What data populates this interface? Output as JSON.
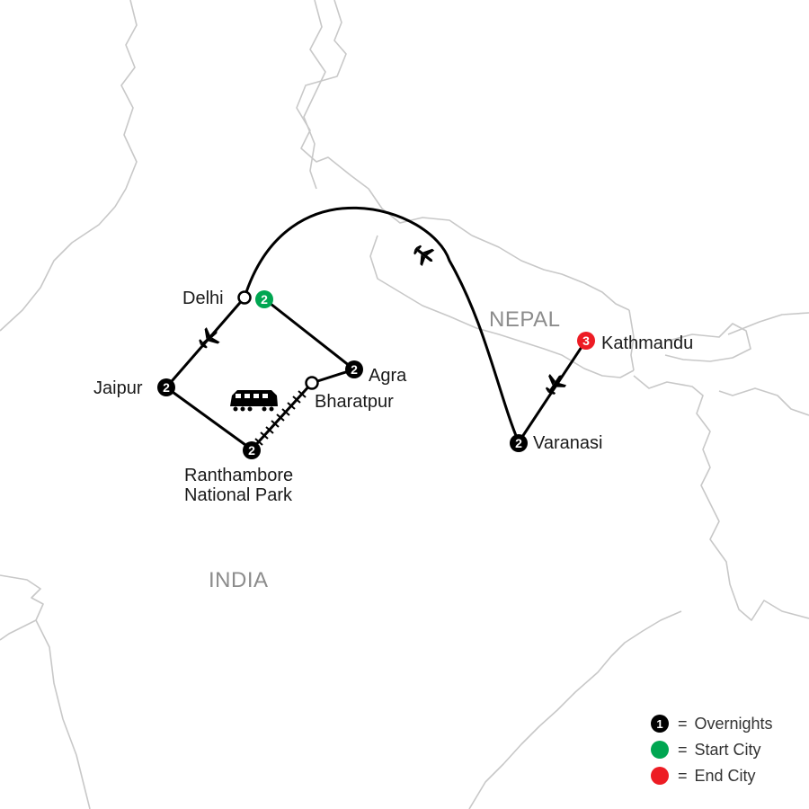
{
  "countries": {
    "india": "INDIA",
    "nepal": "NEPAL"
  },
  "cities": {
    "delhi": {
      "name": "Delhi",
      "nights": "2",
      "role": "start"
    },
    "agra": {
      "name": "Agra",
      "nights": "2"
    },
    "bharatpur": {
      "name": "Bharatpur"
    },
    "ranthambore": {
      "line1": "Ranthambore",
      "line2": "National Park",
      "nights": "2"
    },
    "jaipur": {
      "name": "Jaipur",
      "nights": "2"
    },
    "varanasi": {
      "name": "Varanasi",
      "nights": "2"
    },
    "kathmandu": {
      "name": "Kathmandu",
      "nights": "3",
      "role": "end"
    }
  },
  "legend": {
    "overnights": {
      "symbol": "1",
      "equals": "=",
      "label": "Overnights"
    },
    "start": {
      "equals": "=",
      "label": "Start City"
    },
    "end": {
      "equals": "=",
      "label": "End City"
    }
  },
  "colors": {
    "route": "#000000",
    "border": "#c8c8c8",
    "start": "#00a651",
    "end": "#ed1c24",
    "country_label": "#8c8c8c"
  },
  "icons": [
    "plane-icon",
    "train-icon"
  ]
}
